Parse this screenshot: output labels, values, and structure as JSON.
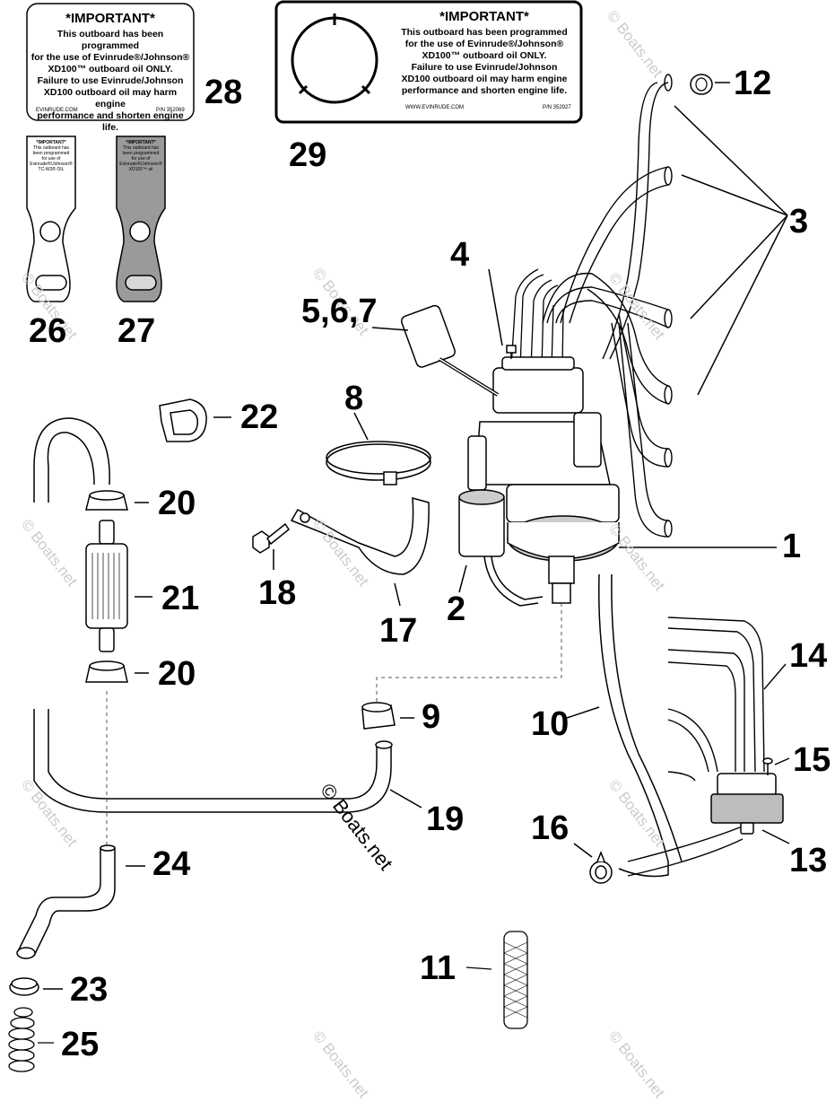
{
  "callouts": {
    "c1": "1",
    "c2": "2",
    "c3": "3",
    "c4": "4",
    "c567": "5,6,7",
    "c8": "8",
    "c9": "9",
    "c10": "10",
    "c11": "11",
    "c12": "12",
    "c13": "13",
    "c14": "14",
    "c15": "15",
    "c16": "16",
    "c17": "17",
    "c18": "18",
    "c19": "19",
    "c20a": "20",
    "c20b": "20",
    "c21": "21",
    "c22": "22",
    "c23": "23",
    "c24": "24",
    "c25": "25",
    "c26": "26",
    "c27": "27",
    "c28": "28",
    "c29": "29"
  },
  "decal28": {
    "title": "*IMPORTANT*",
    "lines": [
      "This outboard has been programmed",
      "for the use of Evinrude®/Johnson®",
      "XD100™ outboard oil ONLY.",
      "Failure to use Evinrude/Johnson",
      "XD100 outboard oil may harm engine",
      "performance and shorten engine life."
    ],
    "url": "EVINRUDE.COM",
    "pn": "P/N 352069"
  },
  "decal29": {
    "title": "*IMPORTANT*",
    "lines": [
      "This outboard has been programmed",
      "for the use of Evinrude®/Johnson®",
      "XD100™ outboard oil ONLY.",
      "Failure to use Evinrude/Johnson",
      "XD100 outboard oil may harm engine",
      "performance and shorten engine life."
    ],
    "url": "WWW.EVINRUDE.COM",
    "pn": "P/N 352927"
  },
  "tag26": {
    "title": "*IMPORTANT*",
    "lines": [
      "This outboard has",
      "been programmed",
      "for use of",
      "Evinrude®/Johnson®",
      "TC-W3® OIL"
    ]
  },
  "tag27": {
    "title": "*IMPORTANT*",
    "lines": [
      "This outboard has",
      "been programmed",
      "for use of",
      "Evinrude®/Johnson®",
      "XD100™ oil"
    ]
  },
  "watermark": "© Boats.net",
  "brand_mark": "© Boats.net",
  "colors": {
    "ink": "#000000",
    "watermark": "#cccccc",
    "tag27_fill": "#9a9a9a",
    "body_gray": "#bdbdbd"
  }
}
